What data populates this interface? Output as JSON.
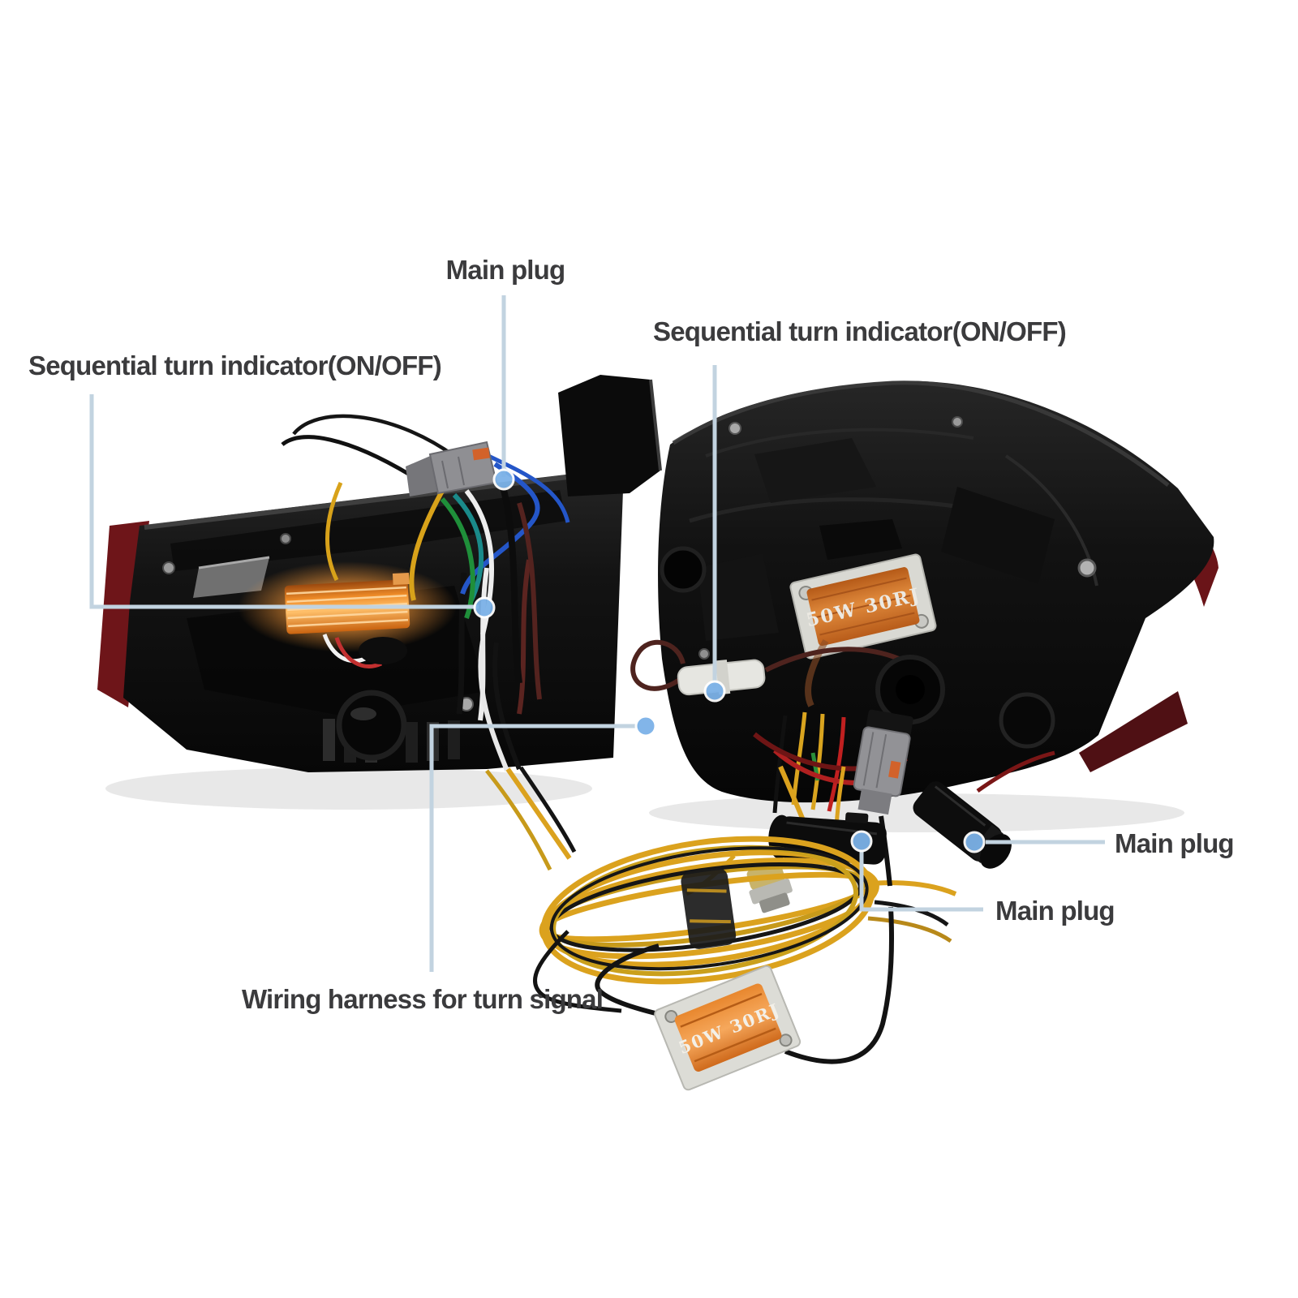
{
  "page": {
    "background": "#ffffff",
    "description": "Annotated product photo of LED tail light assemblies with wiring harness"
  },
  "annotation_style": {
    "line_color": "#c2d3e0",
    "dot_fill": "#7cb2e8",
    "dot_ring": "#ffffff",
    "text_color": "#3b3b3d"
  },
  "callouts": {
    "main_plug_top": {
      "label": "Main plug"
    },
    "sequential_left": {
      "label": "Sequential turn indicator(ON/OFF)"
    },
    "sequential_right": {
      "label": "Sequential turn indicator(ON/OFF)"
    },
    "main_plug_right_upper": {
      "label": "Main plug"
    },
    "main_plug_right_lower": {
      "label": "Main plug"
    },
    "wiring_harness": {
      "label": "Wiring harness for turn signal"
    }
  },
  "parts": {
    "resistor_marking": "50W 30RJ",
    "wire_color_main": "#dba21e",
    "resistor_body_color": "#d97a24",
    "glow_color": "#ff9d3a"
  }
}
